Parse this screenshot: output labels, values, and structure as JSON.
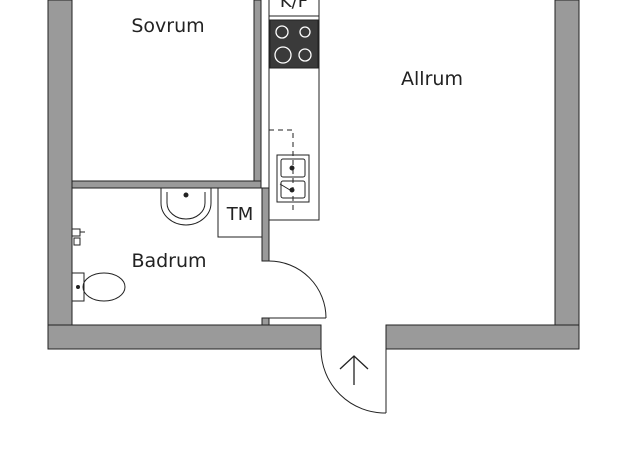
{
  "rooms": {
    "sovrum": "Sovrum",
    "allrum": "Allrum",
    "badrum": "Badrum"
  },
  "fixtures": {
    "kitchen_label": "K/F",
    "tm_label": "TM"
  },
  "colors": {
    "wall": "#9a9a9a",
    "line": "#222222",
    "stove": "#3a3a3a"
  }
}
